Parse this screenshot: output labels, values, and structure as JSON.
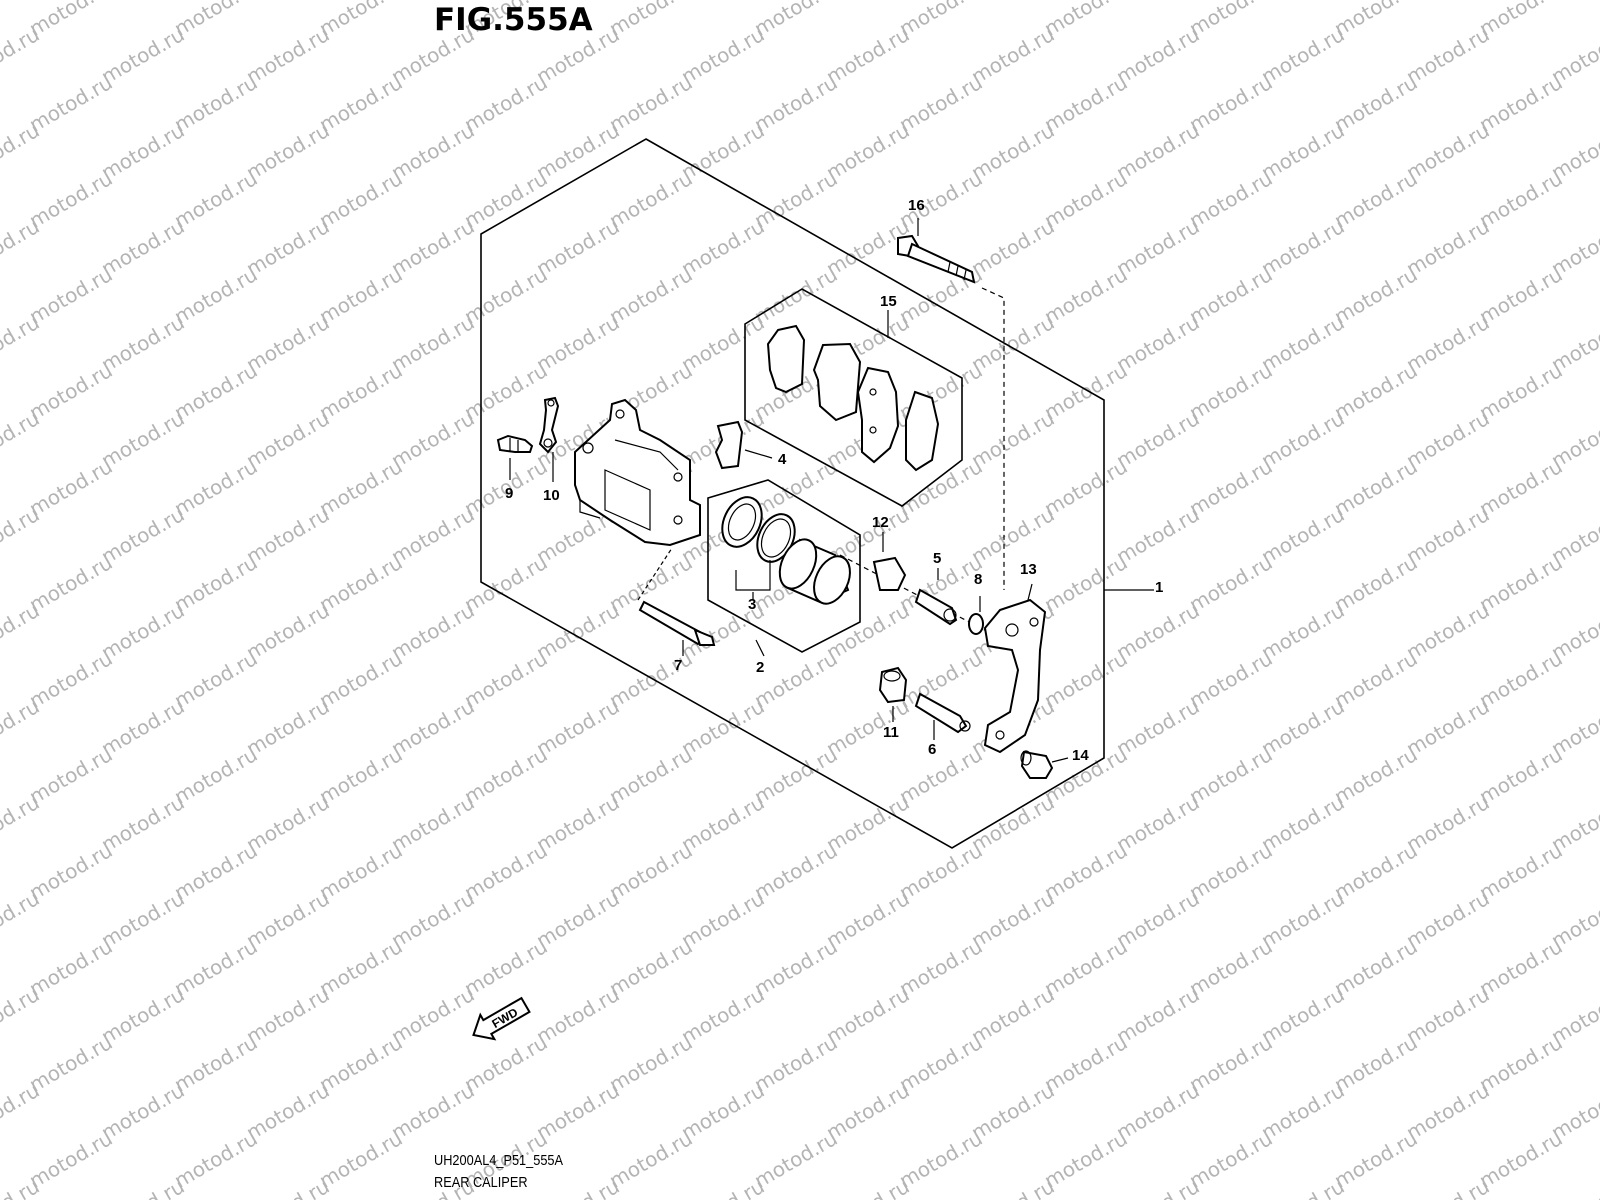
{
  "figure": {
    "title": "FIG.555A",
    "code": "UH200AL4_P51_555A",
    "caption": "REAR CALIPER",
    "fwd_label": "FWD"
  },
  "watermark": "motod.ru",
  "callouts": [
    {
      "id": "1",
      "label": "1"
    },
    {
      "id": "2",
      "label": "2"
    },
    {
      "id": "3",
      "label": "3"
    },
    {
      "id": "4",
      "label": "4"
    },
    {
      "id": "5",
      "label": "5"
    },
    {
      "id": "6",
      "label": "6"
    },
    {
      "id": "7",
      "label": "7"
    },
    {
      "id": "8",
      "label": "8"
    },
    {
      "id": "9",
      "label": "9"
    },
    {
      "id": "10",
      "label": "10"
    },
    {
      "id": "11",
      "label": "11"
    },
    {
      "id": "12",
      "label": "12"
    },
    {
      "id": "13",
      "label": "13"
    },
    {
      "id": "14",
      "label": "14"
    },
    {
      "id": "15",
      "label": "15"
    },
    {
      "id": "16",
      "label": "16"
    }
  ]
}
